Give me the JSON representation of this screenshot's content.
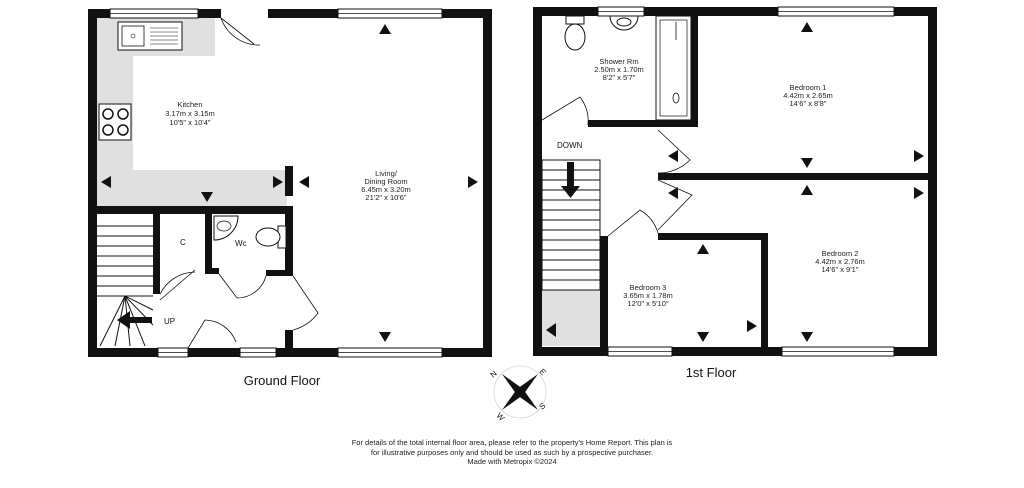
{
  "ground_floor": {
    "title": "Ground Floor",
    "rooms": [
      {
        "name": "Kitchen",
        "metric": "3.17m  x 3.15m",
        "imperial": "10'5\"  x 10'4\""
      },
      {
        "name": "Living/",
        "name2": "Dining Room",
        "metric": "6.45m  x 3.20m",
        "imperial": "21'2\"  x 10'6\""
      }
    ],
    "cupboard": "C",
    "wc": "Wc",
    "stairs_label": "UP"
  },
  "first_floor": {
    "title": "1st Floor",
    "rooms": [
      {
        "name": "Shower Rm",
        "metric": "2.50m  x 1.70m",
        "imperial": "8'2\"  x 5'7\""
      },
      {
        "name": "Bedroom 1",
        "metric": "4.42m  x 2.65m",
        "imperial": "14'6\"  x 8'8\""
      },
      {
        "name": "Bedroom 2",
        "metric": "4.42m  x 2.76m",
        "imperial": "14'6\"  x 9'1\""
      },
      {
        "name": "Bedroom 3",
        "metric": "3.65m  x 1.78m",
        "imperial": "12'0\"  x 5'10\""
      }
    ],
    "stairs_label": "DOWN"
  },
  "compass": {
    "n": "N",
    "e": "E",
    "s": "S",
    "w": "W"
  },
  "disclaimer": {
    "line1": "For details of the total internal floor area, please refer to the property's Home Report. This plan is",
    "line2": "for illustrative purposes only and should be used as such by a prospective purchaser.",
    "line3": "Made with Metropix ©2024"
  },
  "colors": {
    "wall": "#111111",
    "shade": "#e0e0e0",
    "window": "#ffffff"
  }
}
